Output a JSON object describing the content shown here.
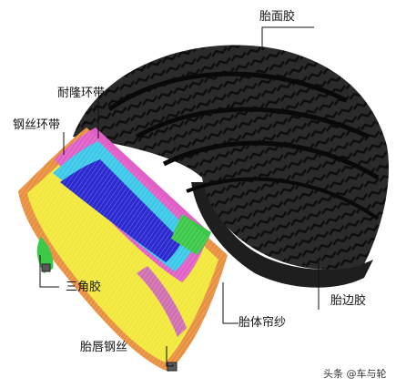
{
  "labels": {
    "tread_rubber": "胎面胶",
    "nylon_cap_ply": "耐隆环带",
    "steel_belt": "钢丝环带",
    "apex": "三角胶",
    "sidewall_rubber": "胎边胶",
    "body_ply": "胎体帘纱",
    "bead_wire": "胎唇钢丝"
  },
  "watermark": {
    "text": "头条 @车与轮"
  },
  "colors": {
    "tread": "#2b2b2b",
    "sidewall": "#1e1e1e",
    "pink_layer": "#e060c8",
    "cyan_layer": "#3cc8e8",
    "blue_layer": "#2a2ad0",
    "yellow_layer": "#f2e83c",
    "green_layer": "#3cc848",
    "orange_layer": "#e89040",
    "leader_line": "#111111"
  }
}
